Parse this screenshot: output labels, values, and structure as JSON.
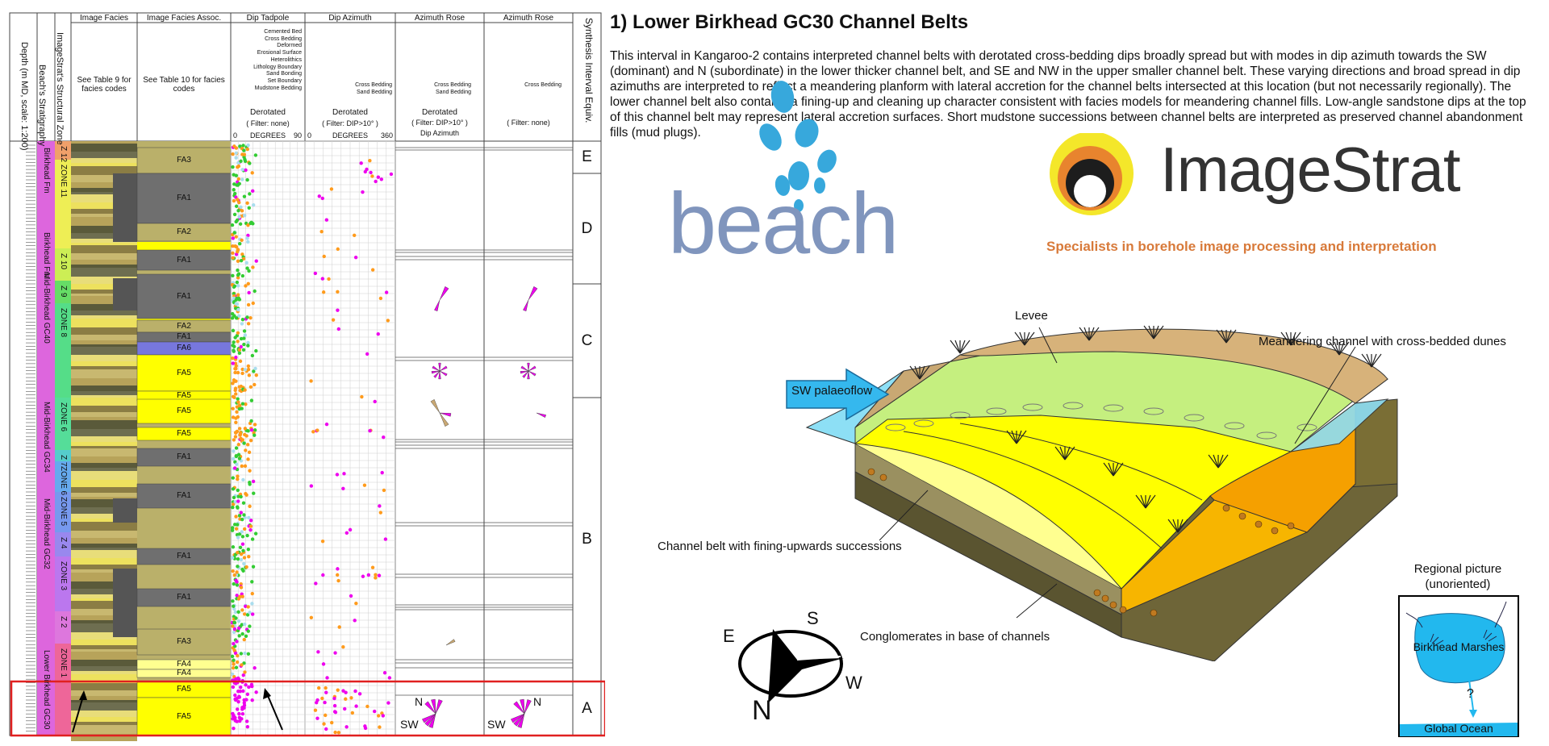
{
  "headers": {
    "depth": "Depth (m MD, scale: 1:200)",
    "strat": "Beach's Stratigraphy",
    "zones": "ImageStrat's Structural Zone",
    "facies": "Image Facies",
    "facies_assoc": "Image Facies Assoc.",
    "tadpole": "Dip Tadpole",
    "azimuth": "Dip Azimuth",
    "rose1": "Azimuth Rose",
    "rose2": "Azimuth Rose",
    "synthesis": "Synthesis Interval Equiv."
  },
  "facies_note": "See Table 9 for facies codes",
  "assoc_note": "See Table 10 for facies codes",
  "tadpole_legend": [
    "Cemented Bed",
    "Cross Bedding",
    "Deformed",
    "Erosional Surface",
    "Heterolithics",
    "Lithology Boundary",
    "Sand Bonding",
    "Set Boundary",
    "Mudstone Bedding"
  ],
  "azimuth_legend": [
    "Cross Bedding",
    "Sand Bedding"
  ],
  "rose1_legend": [
    "Cross Bedding",
    "Sand Bedding"
  ],
  "rose2_legend": [
    "Cross Bedding"
  ],
  "tadpole_sub": {
    "line1": "Derotated",
    "line2": "( Filter: none)",
    "min": "0",
    "unit": "DEGREES",
    "max": "90"
  },
  "azimuth_sub": {
    "line1": "Derotated",
    "line2": "( Filter: DIP>10° )",
    "min": "0",
    "unit": "DEGREES",
    "max": "360"
  },
  "rose1_sub": {
    "line1": "Derotated",
    "line2": "( Filter: DIP>10° )",
    "line3": "Dip Azimuth"
  },
  "rose2_sub": {
    "line1": "( Filter: none)"
  },
  "strat_units": [
    "Birkhead Fm",
    "Birkhead Fm",
    "Mid-Birkhead GC40",
    "Mid-Birkhead GC34",
    "Mid-Birkhead GC32",
    "Lower Birkhead GC30"
  ],
  "zones": [
    "Z 12",
    "ZONE 11",
    "Z 10",
    "Z 9",
    "ZONE 8",
    "ZONE 6",
    "Z 7",
    "ZONE 6",
    "ZONE 5",
    "Z 4",
    "ZONE 3",
    "Z 2",
    "ZONE 1"
  ],
  "facies_assoc": [
    "FA3",
    "FA1",
    "FA2",
    "FA1",
    "FA1",
    "FA2",
    "FA1",
    "FA6",
    "FA5",
    "FA5",
    "FA5",
    "FA5",
    "FA1",
    "FA1",
    "FA1",
    "FA1",
    "FA3",
    "FA4",
    "FA4",
    "FA5",
    "FA5"
  ],
  "synthesis": [
    "E",
    "D",
    "C",
    "B",
    "A"
  ],
  "rose_marks": {
    "n": "N",
    "sw": "SW"
  },
  "title": "1) Lower Birkhead GC30 Channel Belts",
  "description": "This interval in Kangaroo-2 contains interpreted channel belts with derotated cross-bedding dips broadly spread but with modes in dip azimuth towards the SW (dominant) and N (subordinate) in the lower thicker channel belt, and SE and NW in the upper smaller channel belt. These varying directions and broad spread in dip azimuths are interpreted to reflect a meandering planform with lateral accretion for the channel belts intersected at this location (but not necessarily regionally). The lower channel belt also contains a fining-up and cleaning up character consistent with facies models for meandering channel fills. Low-angle sandstone dips at the top of this channel belt may represent lateral accretion surfaces. Short mudstone successions between channel belts are interpreted as preserved channel abandonment fills (mud plugs).",
  "logos": {
    "beach": "beach",
    "imagestrat": "ImageStrat",
    "tagline": "Specialists in borehole image processing and interpretation"
  },
  "diagram": {
    "levee": "Levee",
    "meander": "Meandering channel with cross-bedded dunes",
    "palaeoflow": "SW palaeoflow",
    "belt": "Channel belt with fining-upwards successions",
    "conglomerate": "Conglomerates in base of channels"
  },
  "compass": {
    "e": "E",
    "s": "S",
    "w": "W",
    "n": "N"
  },
  "regional": {
    "title1": "Regional picture",
    "title2": "(unoriented)",
    "marsh": "Birkhead Marshes",
    "q": "?",
    "ocean": "Global Ocean"
  },
  "colors": {
    "highlight": "#e02020",
    "arrow": "#ffee00",
    "flow": "#35b8ee",
    "yellow": "#ffff00",
    "grey": "#6f6f6f",
    "olive": "#bab06a",
    "magenta": "#ee00ee",
    "orange": "#ff9b1c",
    "green": "#33cc33",
    "imagestrat_orange": "#d87a3a"
  }
}
